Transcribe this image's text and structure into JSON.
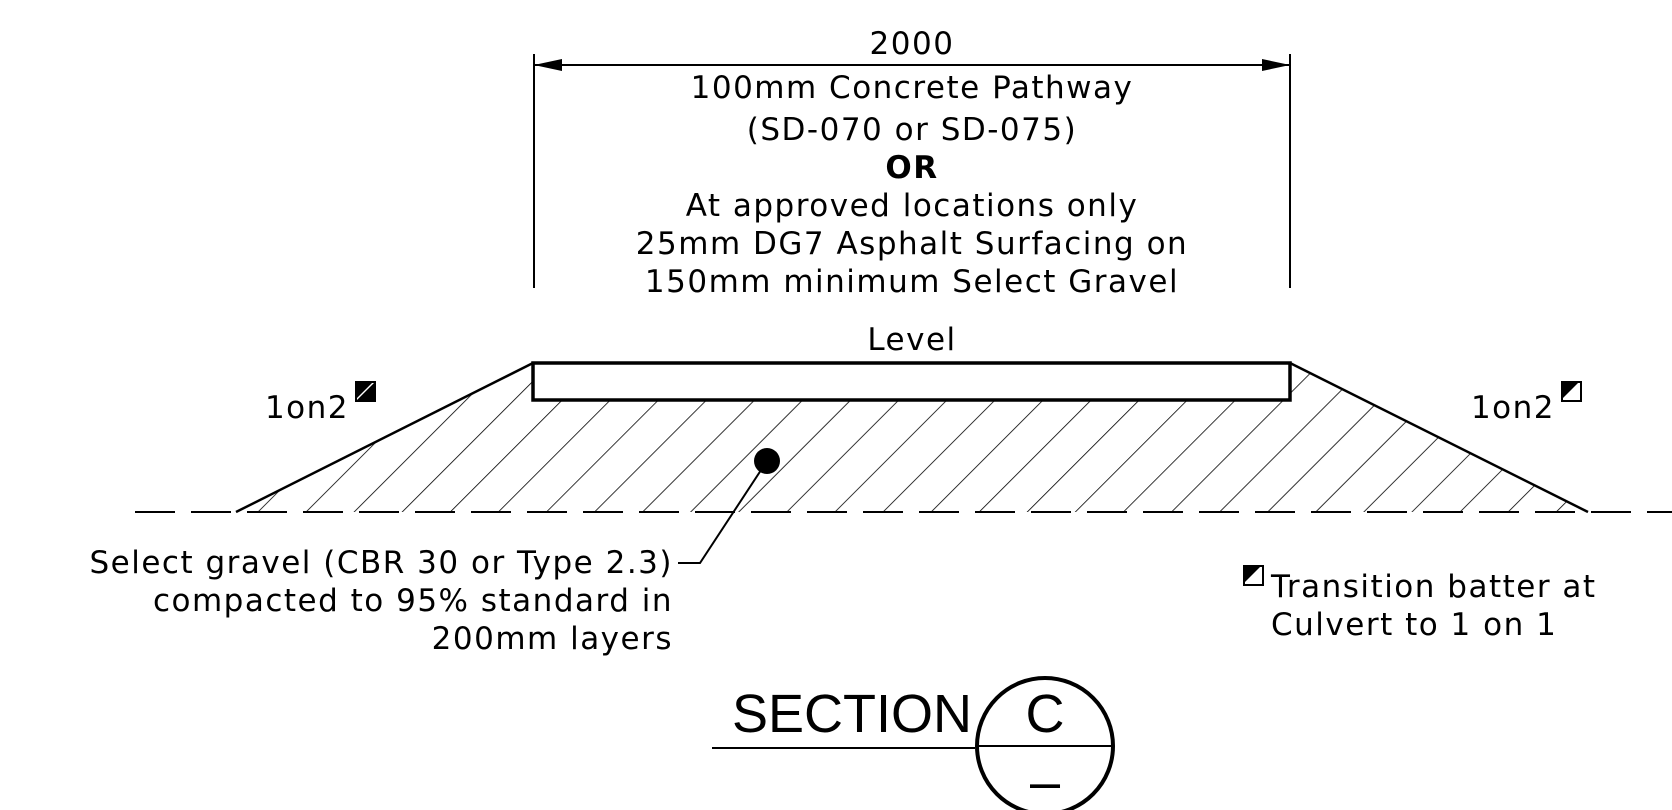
{
  "dimension": {
    "width_label": "2000"
  },
  "surface_notes": {
    "line1": "100mm Concrete Pathway",
    "line2": "(SD-070 or SD-075)",
    "line3": "OR",
    "line4": "At approved locations only",
    "line5": "25mm DG7 Asphalt Surfacing on",
    "line6": "150mm minimum Select Gravel"
  },
  "level_label": "Level",
  "batter": {
    "left_label": "1on2",
    "right_label": "1on2"
  },
  "gravel_note": {
    "line1": "Select gravel (CBR 30 or Type 2.3)",
    "line2": "compacted to 95% standard in",
    "line3": "200mm layers"
  },
  "transition_note": {
    "line1": "Transition batter at",
    "line2": "Culvert to 1 on 1"
  },
  "section_tag": {
    "word": "SECTION",
    "letter": "C",
    "sheet": "–"
  }
}
